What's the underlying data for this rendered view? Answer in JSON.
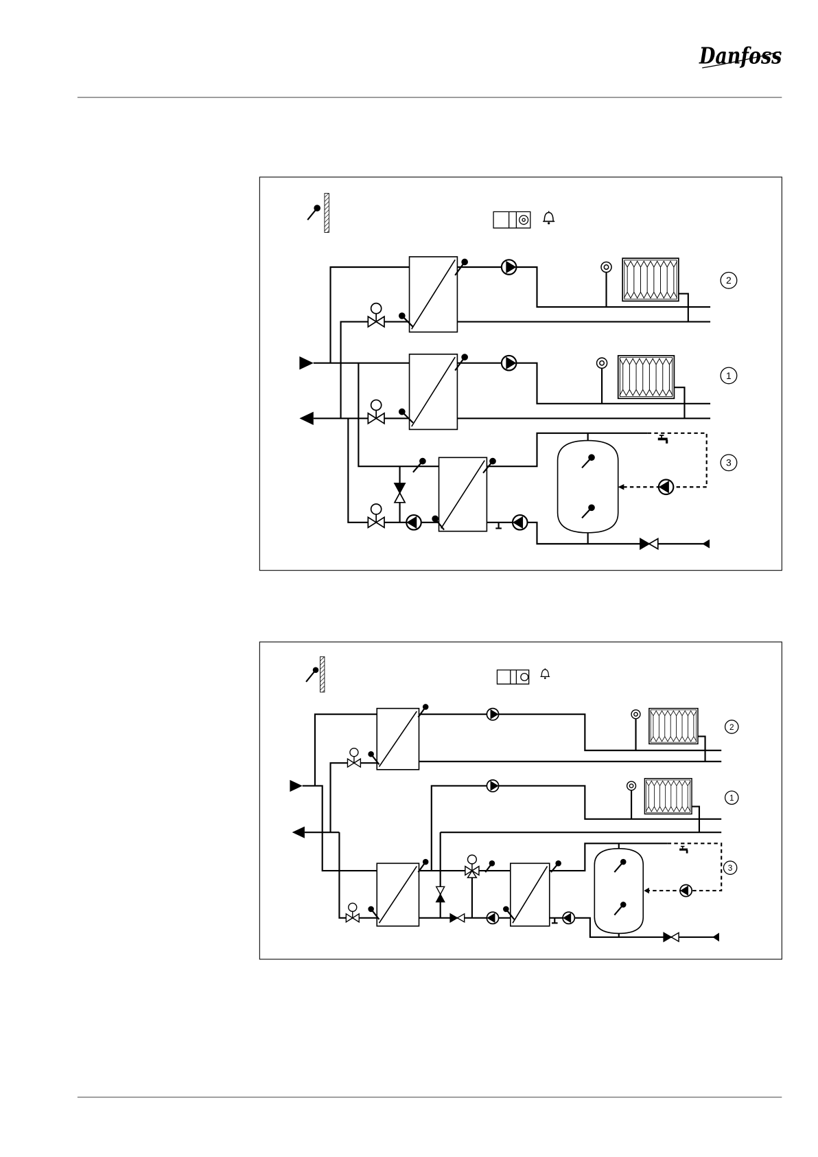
{
  "header": {
    "logo_text": "Danfoss"
  },
  "diagram_1": {
    "label_top": "2",
    "label_middle": "1",
    "label_bottom": "3"
  },
  "diagram_2": {
    "label_top": "2",
    "label_middle": "1",
    "label_bottom": "3"
  },
  "colors": {
    "line": "#000000",
    "rule": "#555555",
    "background": "#ffffff"
  },
  "icons": [
    "outdoor-temperature-sensor-icon",
    "controller-icon",
    "alarm-bell-icon",
    "pump-icon",
    "motorized-valve-icon",
    "check-valve-icon",
    "three-way-valve-icon",
    "heat-exchanger-icon",
    "radiator-icon",
    "thermostatic-valve-icon",
    "storage-tank-icon",
    "tap-icon"
  ]
}
